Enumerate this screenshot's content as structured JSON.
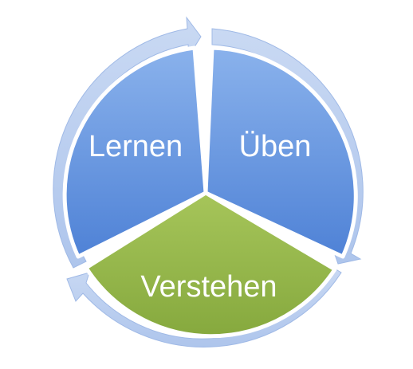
{
  "diagram": {
    "type": "cycle",
    "segments": [
      {
        "label": "Lernen",
        "color": "#6d9be0"
      },
      {
        "label": "Üben",
        "color": "#6d9be0"
      },
      {
        "label": "Verstehen",
        "color": "#94b64a"
      }
    ],
    "arrow_color": "#b9cdef"
  }
}
